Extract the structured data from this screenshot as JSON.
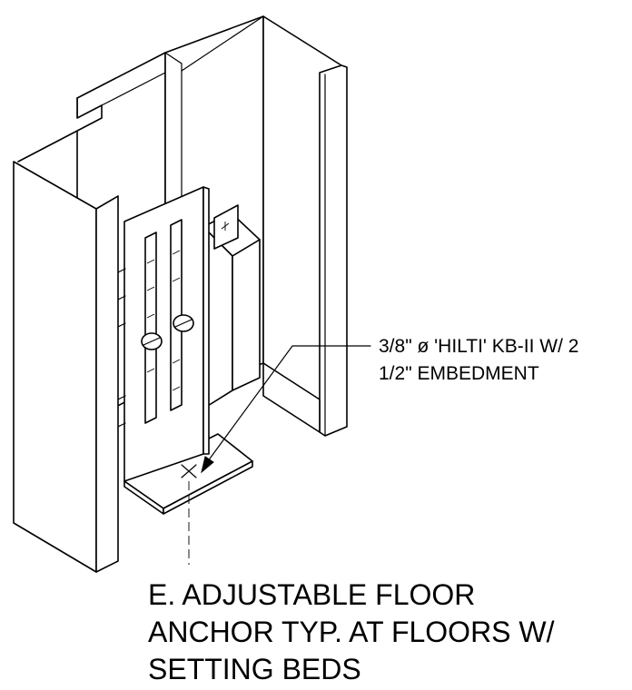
{
  "callout": {
    "lines": [
      "3/8\" ø 'HILTI' KB-II W/ 2",
      "1/2\" EMBEDMENT"
    ]
  },
  "caption": {
    "lines": [
      "E. ADJUSTABLE FLOOR",
      "ANCHOR TYP. AT FLOORS W/",
      "SETTING BEDS"
    ]
  }
}
